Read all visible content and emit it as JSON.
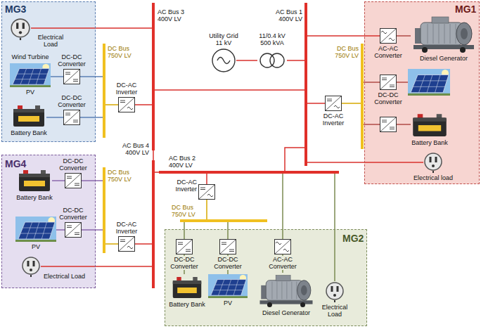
{
  "diagram": {
    "nodes": [
      {
        "text": [
          "MG3"
        ]
      },
      {
        "text": [
          "Electrical Load"
        ],
        "in": 0
      },
      {
        "text": [
          "Wind Turbine",
          "PV"
        ],
        "in": 0
      },
      {
        "text": [
          "DC-DC Converter"
        ],
        "in": 0
      },
      {
        "text": [
          "Battery Bank"
        ],
        "in": 0
      },
      {
        "text": [
          "DC-DC Converter"
        ],
        "in": 0
      },
      {
        "text": [
          "DC Bus 750V LV"
        ]
      },
      {
        "text": [
          "DC-AC Inverter"
        ]
      },
      {
        "text": [
          "AC Bus 3 400V LV"
        ]
      },
      {
        "text": [
          "Utility Grid 11 kV"
        ]
      },
      {
        "text": [
          "11/0.4 kV 500 kVA"
        ]
      },
      {
        "text": [
          "AC Bus 1 400V LV"
        ]
      },
      {
        "text": [
          "MG1"
        ]
      },
      {
        "text": [
          "AC-AC Converter"
        ],
        "in": 12
      },
      {
        "text": [
          "Diesel Generator"
        ],
        "in": 12
      },
      {
        "text": [
          "DC-DC Converter"
        ],
        "in": 12
      },
      {
        "text": [
          "Battery Bank"
        ],
        "in": 12
      },
      {
        "text": [
          "Electrical load"
        ],
        "in": 12
      },
      {
        "text": [
          "DC Bus 750V LV"
        ]
      },
      {
        "text": [
          "DC-AC Inverter"
        ]
      },
      {
        "text": [
          "AC Bus 4 400V LV"
        ]
      },
      {
        "text": [
          "MG4"
        ]
      },
      {
        "text": [
          "DC-DC Converter"
        ],
        "in": 21
      },
      {
        "text": [
          "Battery Bank"
        ],
        "in": 21
      },
      {
        "text": [
          "DC-DC Converter"
        ],
        "in": 21
      },
      {
        "text": [
          "PV"
        ],
        "in": 21
      },
      {
        "text": [
          "Electrical Load"
        ],
        "in": 21
      },
      {
        "text": [
          "DC Bus 750V LV"
        ]
      },
      {
        "text": [
          "DC-AC Inverter"
        ]
      },
      {
        "text": [
          "AC Bus 2 400V LV"
        ]
      },
      {
        "text": [
          "DC-AC Inverter"
        ]
      },
      {
        "text": [
          "DC Bus 750V LV"
        ]
      },
      {
        "text": [
          "MG2"
        ]
      },
      {
        "text": [
          "DC-DC Converter"
        ],
        "in": 32
      },
      {
        "text": [
          "Battery Bank"
        ],
        "in": 32
      },
      {
        "text": [
          "DC-DC Converter"
        ],
        "in": 32
      },
      {
        "text": [
          "PV"
        ],
        "in": 32
      },
      {
        "text": [
          "AC-AC Converter"
        ],
        "in": 32
      },
      {
        "text": [
          "Diesel Generator"
        ],
        "in": 32
      },
      {
        "text": [
          "Electrical Load"
        ],
        "in": 32
      }
    ],
    "edges": [
      {
        "from": 1,
        "to": 8,
        "arrow": "none"
      },
      {
        "from": 2,
        "to": 3,
        "arrow": "none"
      },
      {
        "from": 3,
        "to": 6,
        "arrow": "none"
      },
      {
        "from": 4,
        "to": 5,
        "arrow": "none"
      },
      {
        "from": 5,
        "to": 6,
        "arrow": "none"
      },
      {
        "from": 6,
        "to": 7,
        "arrow": "none"
      },
      {
        "from": 7,
        "to": 8,
        "arrow": "none"
      },
      {
        "from": 9,
        "to": 10,
        "arrow": "none"
      },
      {
        "from": 10,
        "to": 11,
        "arrow": "none"
      },
      {
        "from": 8,
        "to": 11,
        "arrow": "none"
      },
      {
        "from": 11,
        "to": 13,
        "arrow": "none"
      },
      {
        "from": 13,
        "to": 14,
        "arrow": "none"
      },
      {
        "from": 15,
        "to": 18,
        "arrow": "none"
      },
      {
        "from": 16,
        "to": 18,
        "arrow": "none"
      },
      {
        "from": 18,
        "to": 19,
        "arrow": "none"
      },
      {
        "from": 19,
        "to": 11,
        "arrow": "none"
      },
      {
        "from": 11,
        "to": 17,
        "arrow": "none"
      },
      {
        "from": 8,
        "to": 20,
        "arrow": "none"
      },
      {
        "from": 23,
        "to": 22,
        "arrow": "none"
      },
      {
        "from": 22,
        "to": 27,
        "arrow": "none"
      },
      {
        "from": 25,
        "to": 24,
        "arrow": "none"
      },
      {
        "from": 24,
        "to": 27,
        "arrow": "none"
      },
      {
        "from": 27,
        "to": 28,
        "arrow": "none"
      },
      {
        "from": 28,
        "to": 20,
        "arrow": "none"
      },
      {
        "from": 26,
        "to": 20,
        "arrow": "none"
      },
      {
        "from": 20,
        "to": 29,
        "arrow": "none"
      },
      {
        "from": 11,
        "to": 29,
        "arrow": "none"
      },
      {
        "from": 29,
        "to": 30,
        "arrow": "none"
      },
      {
        "from": 30,
        "to": 31,
        "arrow": "none"
      },
      {
        "from": 31,
        "to": 33,
        "arrow": "none"
      },
      {
        "from": 33,
        "to": 34,
        "arrow": "none"
      },
      {
        "from": 31,
        "to": 35,
        "arrow": "none"
      },
      {
        "from": 35,
        "to": 36,
        "arrow": "none"
      },
      {
        "from": 29,
        "to": 37,
        "arrow": "none"
      },
      {
        "from": 37,
        "to": 38,
        "arrow": "none"
      },
      {
        "from": 29,
        "to": 39,
        "arrow": "none"
      }
    ]
  }
}
